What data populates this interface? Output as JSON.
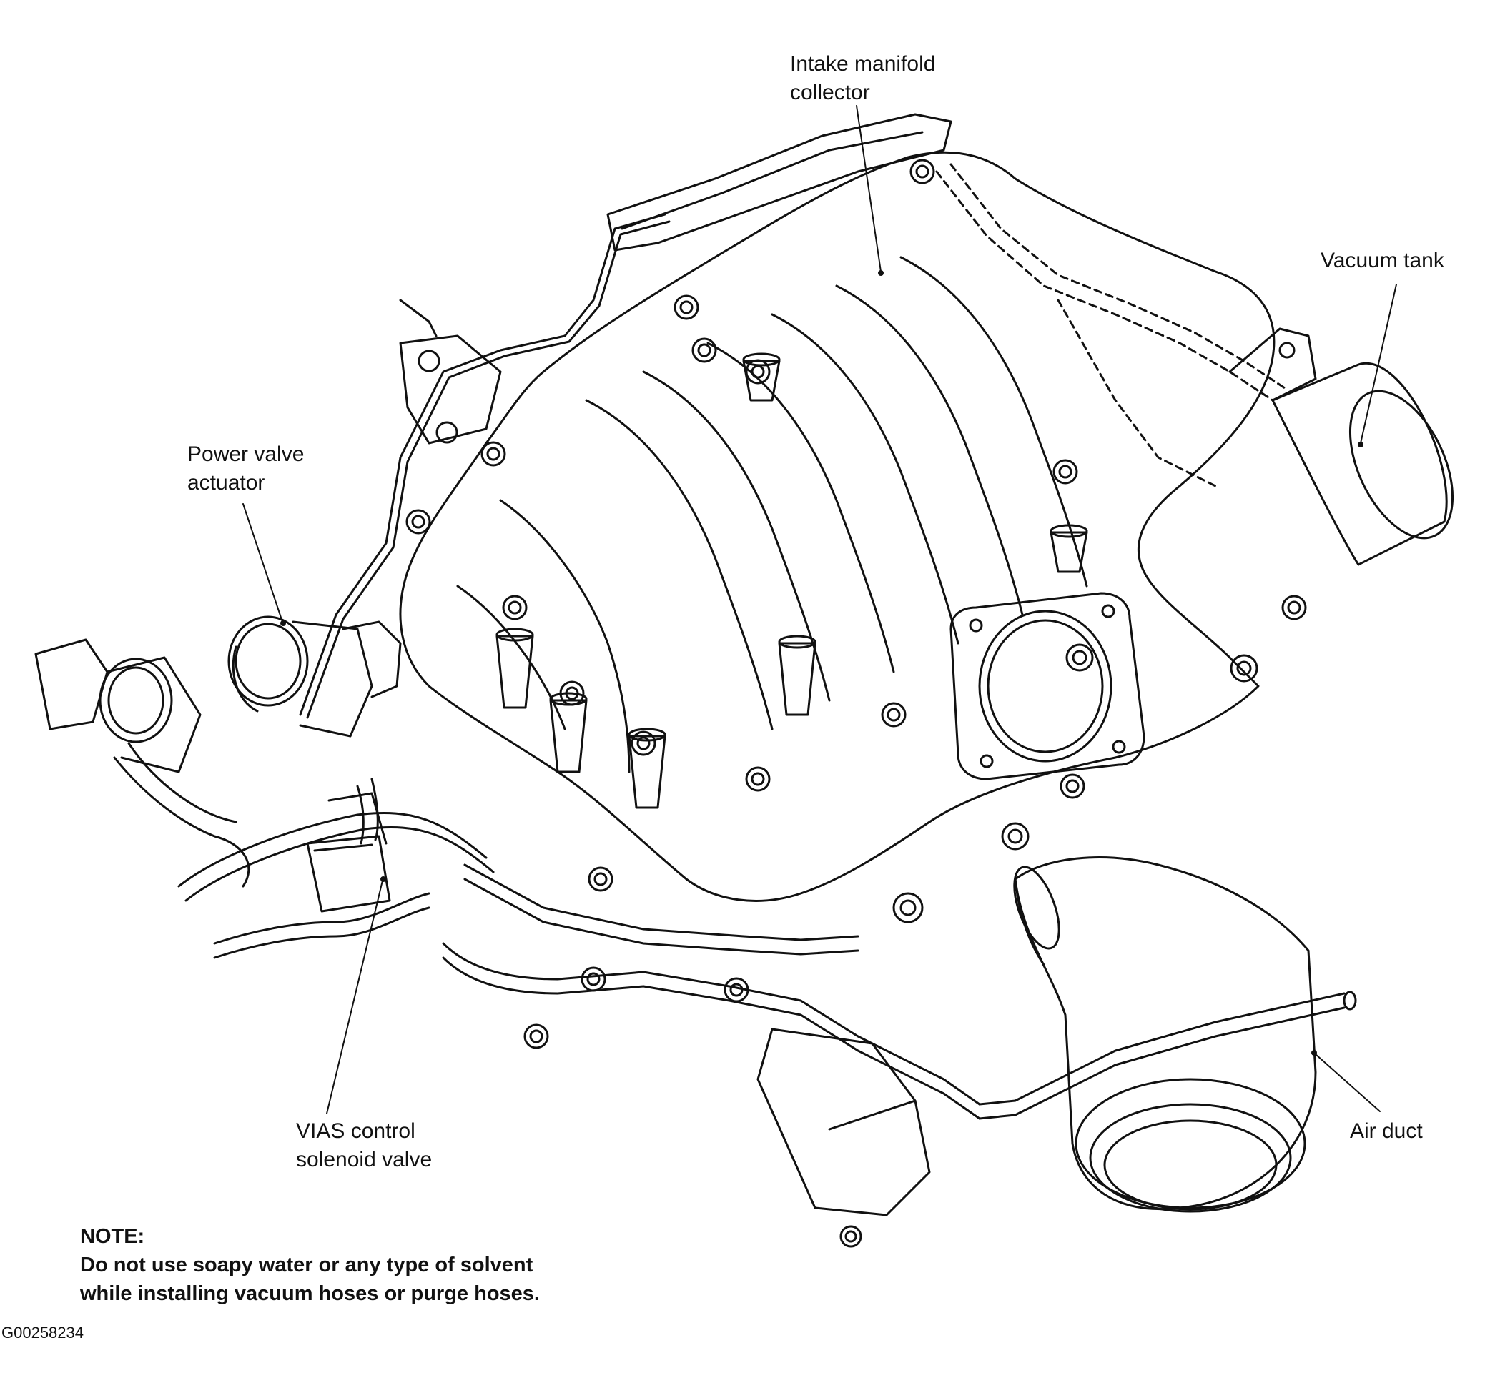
{
  "labels": {
    "intake_manifold_collector": [
      "Intake manifold",
      "collector"
    ],
    "vacuum_tank": "Vacuum tank",
    "power_valve_actuator": [
      "Power valve",
      "actuator"
    ],
    "vias_control_solenoid_valve": [
      "VIAS control",
      "solenoid valve"
    ],
    "air_duct": "Air duct"
  },
  "note": {
    "heading": "NOTE:",
    "line1": "Do not use soapy water or any type of solvent",
    "line2": "while installing vacuum hoses or purge hoses."
  },
  "figure_id": "G00258234",
  "colors": {
    "ink": "#111111",
    "paper": "#ffffff"
  }
}
